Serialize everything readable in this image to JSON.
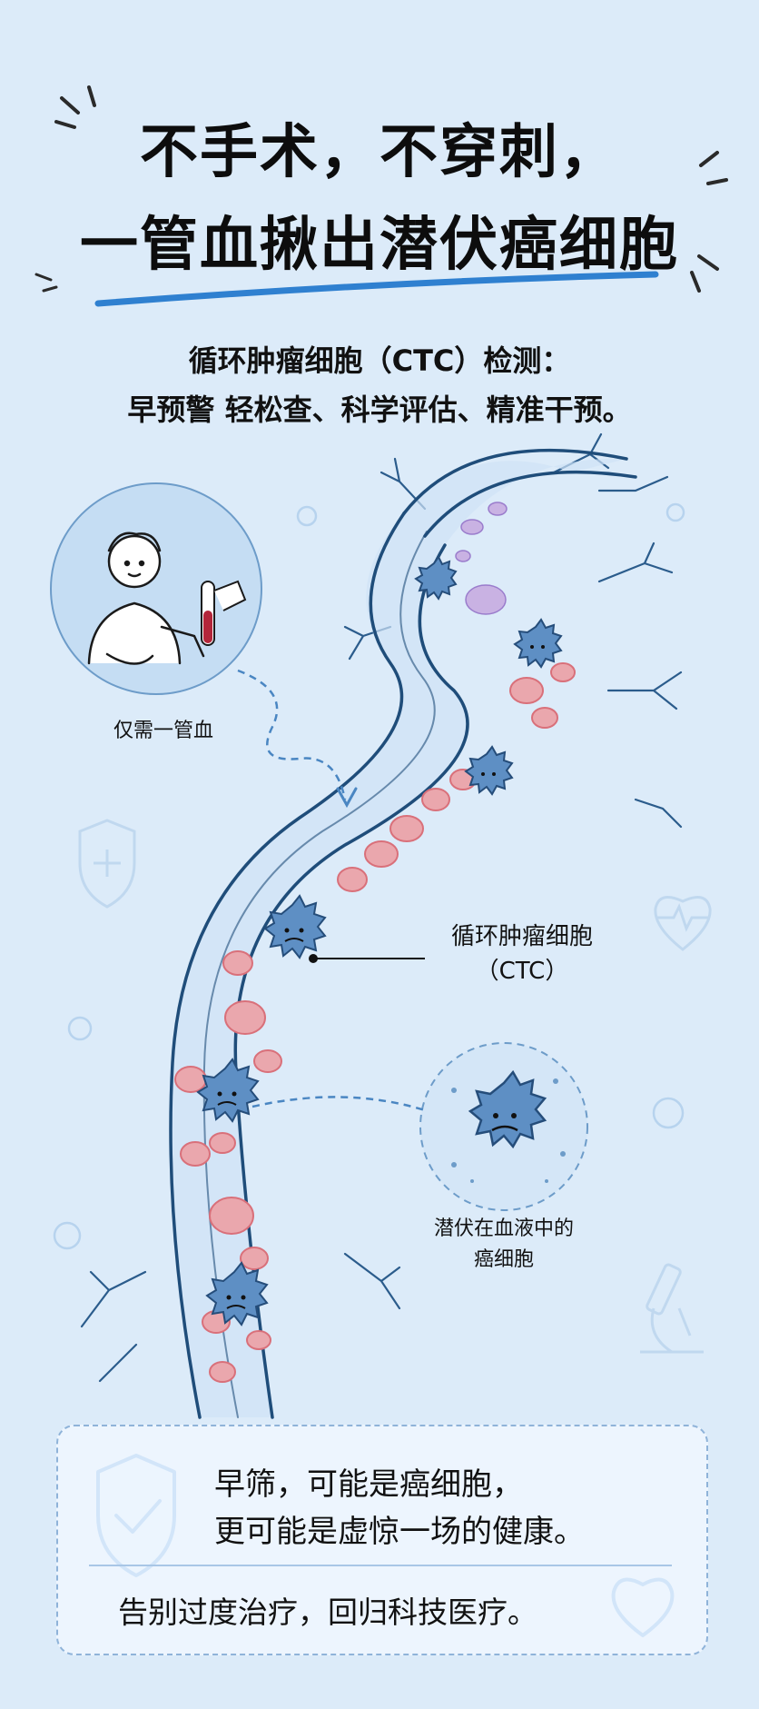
{
  "header": {
    "title_line1": "不手术，不穿刺，",
    "title_line2": "一管血揪出潜伏癌细胞",
    "subtitle_line1": "循环肿瘤细胞（CTC）检测：",
    "subtitle_line2": "早预警 轻松查、科学评估、精准干预。"
  },
  "illustration": {
    "blood_draw_label": "仅需一管血",
    "ctc_label_line1": "循环肿瘤细胞",
    "ctc_label_line2": "（CTC）",
    "hidden_cell_label_line1": "潜伏在血液中的",
    "hidden_cell_label_line2": "癌细胞"
  },
  "card": {
    "line1": "早筛，可能是癌细胞，",
    "line2": "更可能是虚惊一场的健康。",
    "line3": "告别过度治疗，回归科技医疗。"
  },
  "colors": {
    "background": "#dcebf9",
    "vessel_stroke": "#1f4d7a",
    "cancer_cell": "#5e8fc4",
    "red_cell": "#e8a0a6",
    "accent_blue": "#2c7fd4"
  }
}
